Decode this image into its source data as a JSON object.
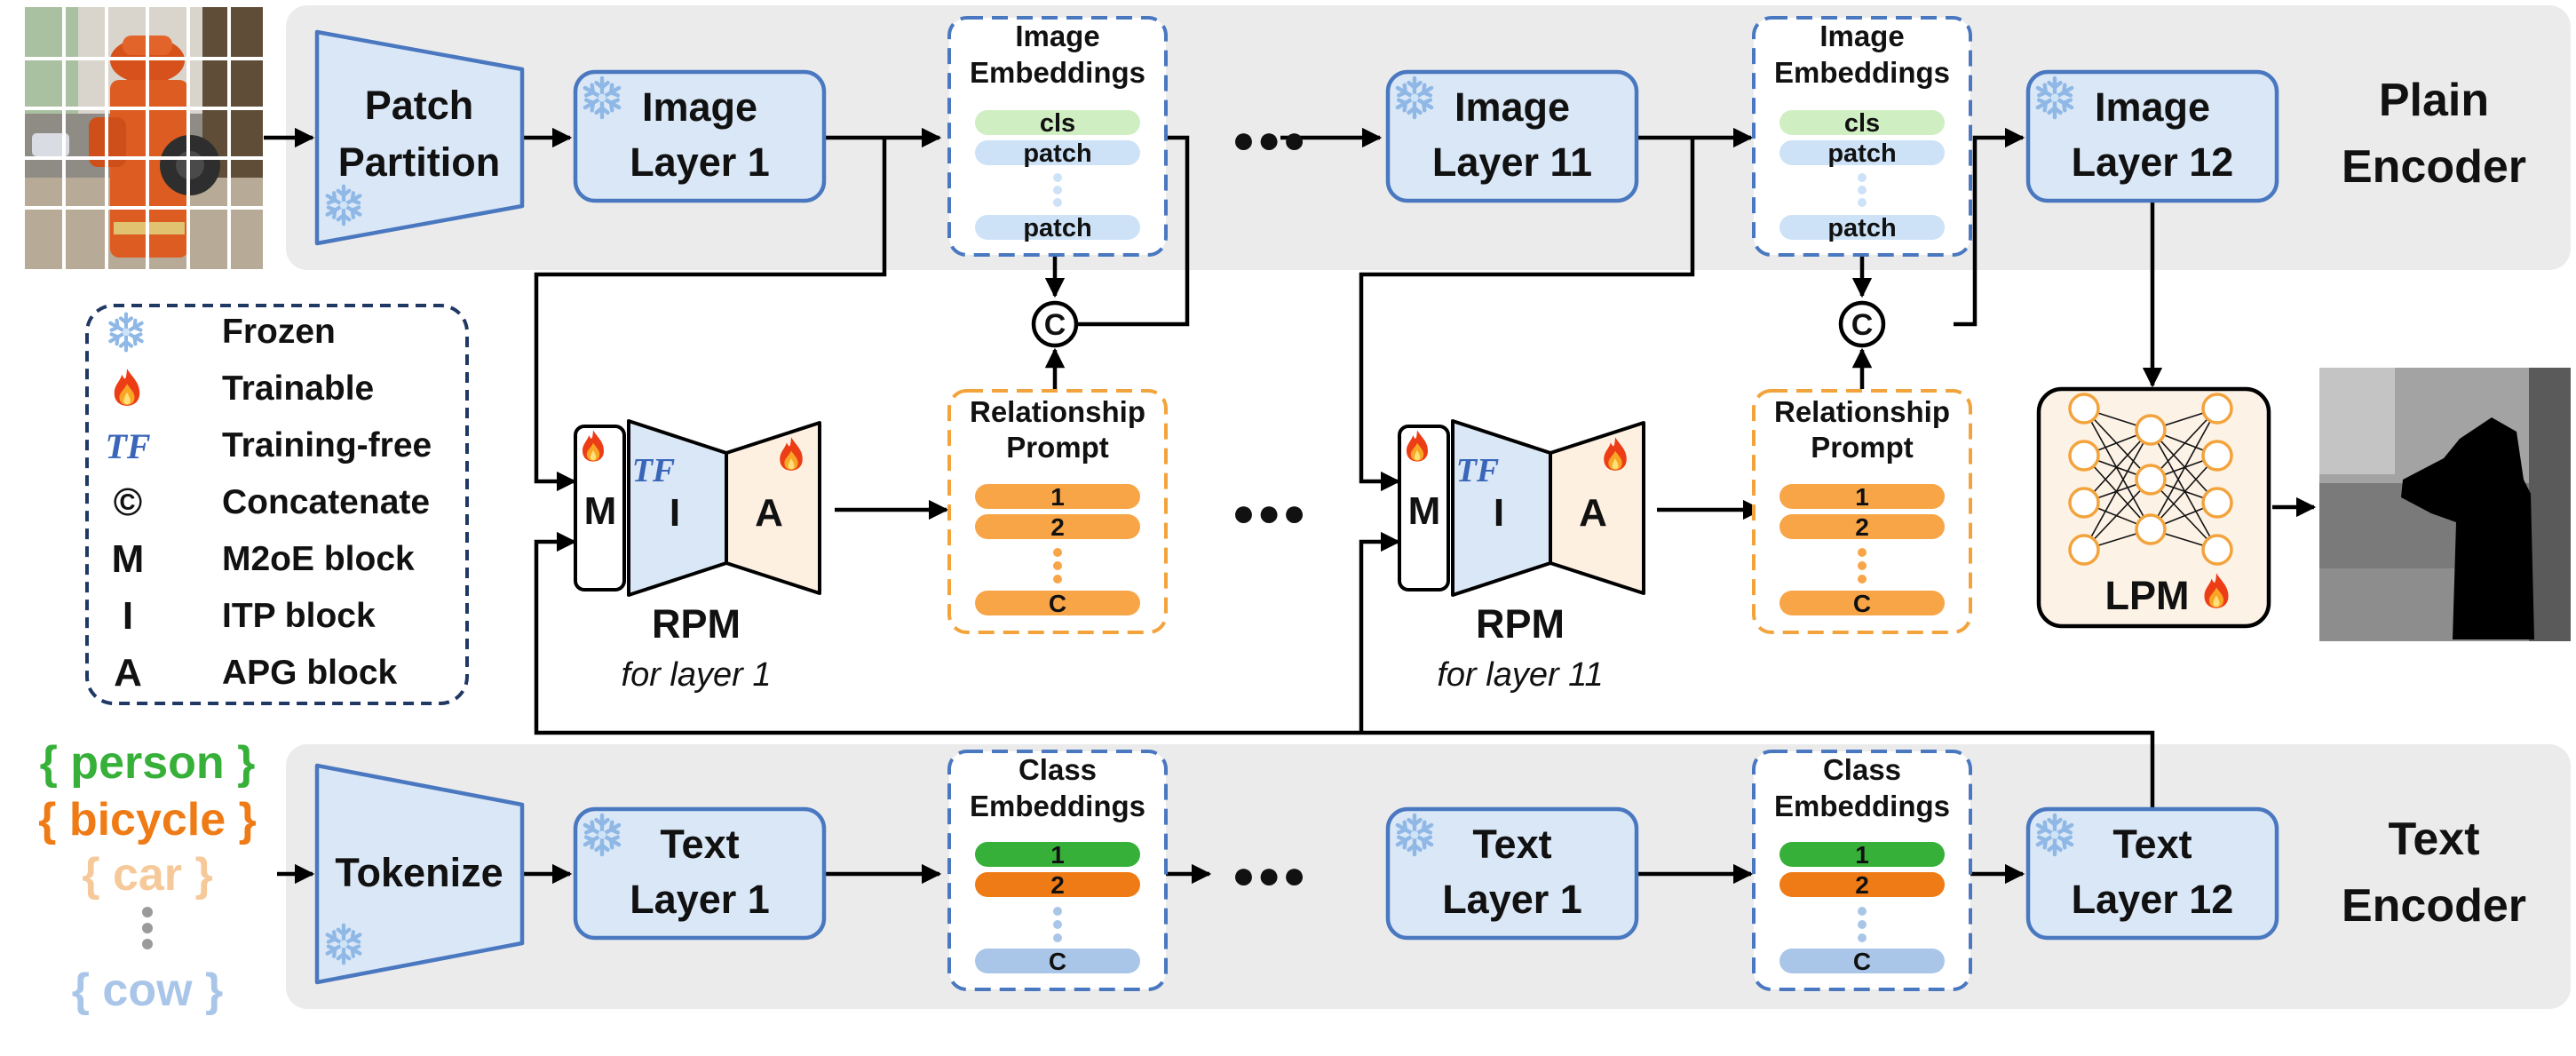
{
  "colors": {
    "band": "#ebebeb",
    "layer_fill": "#dae7f6",
    "layer_stroke": "#4a78c0",
    "embed_stroke": "#4a78c0",
    "prompt_stroke": "#f3a33c",
    "bar_orange": "#f7a547",
    "bar_cls_green": "#cfeec2",
    "bar_patch_blue": "#cde2f7",
    "class_green": "#36b039",
    "class_orange": "#ef7b16",
    "class_blue": "#a9c6e8",
    "tf_blue": "#3a66b9",
    "legend_stroke": "#1f3864",
    "lpm_fill": "#fdf2e6"
  },
  "icons": {
    "frozen": "snowflake-icon",
    "trainable": "flame-icon",
    "concat": "circled-c-icon"
  },
  "top": {
    "encoder_label": [
      "Plain",
      "Encoder"
    ],
    "patch_partition": [
      "Patch",
      "Partition"
    ],
    "layers": [
      {
        "line1": "Image",
        "line2": "Layer 1"
      },
      {
        "line1": "Image",
        "line2": "Layer 11"
      },
      {
        "line1": "Image",
        "line2": "Layer 12"
      }
    ],
    "embeddings_title": [
      "Image",
      "Embeddings"
    ],
    "embedding_rows": [
      "cls",
      "patch",
      "patch"
    ],
    "ellipsis": "●●●"
  },
  "middle": {
    "rpm_letters": {
      "m": "M",
      "tf": "TF",
      "i": "I",
      "a": "A"
    },
    "rpm_title": "RPM",
    "rpm_sub": [
      "for layer 1",
      "for layer 11"
    ],
    "prompt_title": [
      "Relationship",
      "Prompt"
    ],
    "prompt_rows": [
      "1",
      "2",
      "C"
    ],
    "concat_symbol": "C",
    "ellipsis": "●●●",
    "lpm_label": "LPM"
  },
  "legend": [
    {
      "icon": "snowflake-icon",
      "label": "Frozen"
    },
    {
      "icon": "flame-icon",
      "label": "Trainable"
    },
    {
      "icon": "TF",
      "label": "Training-free"
    },
    {
      "icon": "©",
      "label": "Concatenate"
    },
    {
      "icon": "M",
      "label": "M2oE block"
    },
    {
      "icon": "I",
      "label": "ITP block"
    },
    {
      "icon": "A",
      "label": "APG block"
    }
  ],
  "bottom": {
    "classes": [
      "{ person }",
      "{ bicycle }",
      "{ car }",
      "{ cow }"
    ],
    "tokenize": "Tokenize",
    "layers": [
      {
        "line1": "Text",
        "line2": "Layer 1"
      },
      {
        "line1": "Text",
        "line2": "Layer 1"
      },
      {
        "line1": "Text",
        "line2": "Layer 12"
      }
    ],
    "embeddings_title": [
      "Class",
      "Embeddings"
    ],
    "embedding_rows": [
      "1",
      "2",
      "C"
    ],
    "encoder_label": [
      "Text",
      "Encoder"
    ],
    "ellipsis": "●●●"
  }
}
